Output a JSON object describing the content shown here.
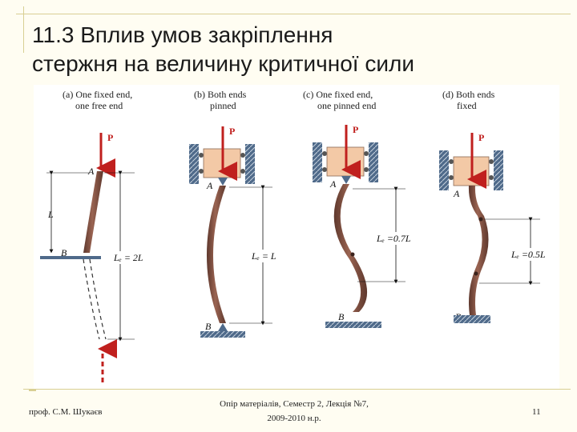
{
  "slide": {
    "title_line1": "11.3 Вплив умов закріплення",
    "title_line2": "стержня на величину критичної сили"
  },
  "figure": {
    "cases": [
      {
        "caption_line1": "(a) One fixed end,",
        "caption_line2": "one free end",
        "length_label": "Lₑ = 2L",
        "top_label": "A",
        "bottom_label": "B",
        "force_label": "P",
        "span_label": "L"
      },
      {
        "caption_line1": "(b) Both ends",
        "caption_line2": "pinned",
        "length_label": "Lₑ = L",
        "top_label": "A",
        "bottom_label": "B",
        "force_label": "P"
      },
      {
        "caption_line1": "(c) One fixed end,",
        "caption_line2": "one pinned end",
        "length_label": "Lₑ =0.7L",
        "top_label": "A",
        "bottom_label": "B",
        "force_label": "P"
      },
      {
        "caption_line1": "(d) Both ends",
        "caption_line2": "fixed",
        "length_label": "Lₑ =0.5L",
        "top_label": "A",
        "bottom_label": "B",
        "force_label": "P"
      }
    ]
  },
  "footer": {
    "author": "проф. С.М. Шукаєв",
    "course_line1": "Опір матеріалів, Семестр 2, Лекція №7,",
    "course_line2": "2009-2010 н.р.",
    "page_number": "11"
  },
  "colors": {
    "column": "#7a4a3c",
    "force": "#c0201e",
    "block": "#f3c9a6",
    "wall": "#4f6a8a",
    "frame": "#d8cf93"
  }
}
